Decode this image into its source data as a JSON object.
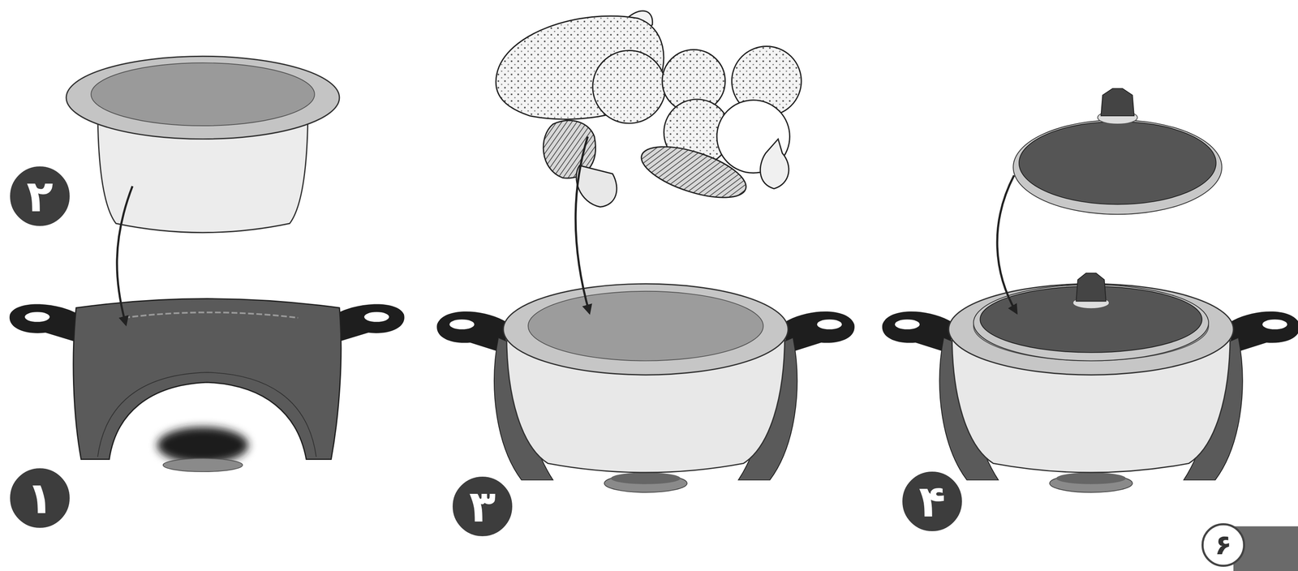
{
  "diagram": {
    "labels": [
      "۲",
      "۱",
      "۳",
      "۴",
      "۶"
    ]
  }
}
